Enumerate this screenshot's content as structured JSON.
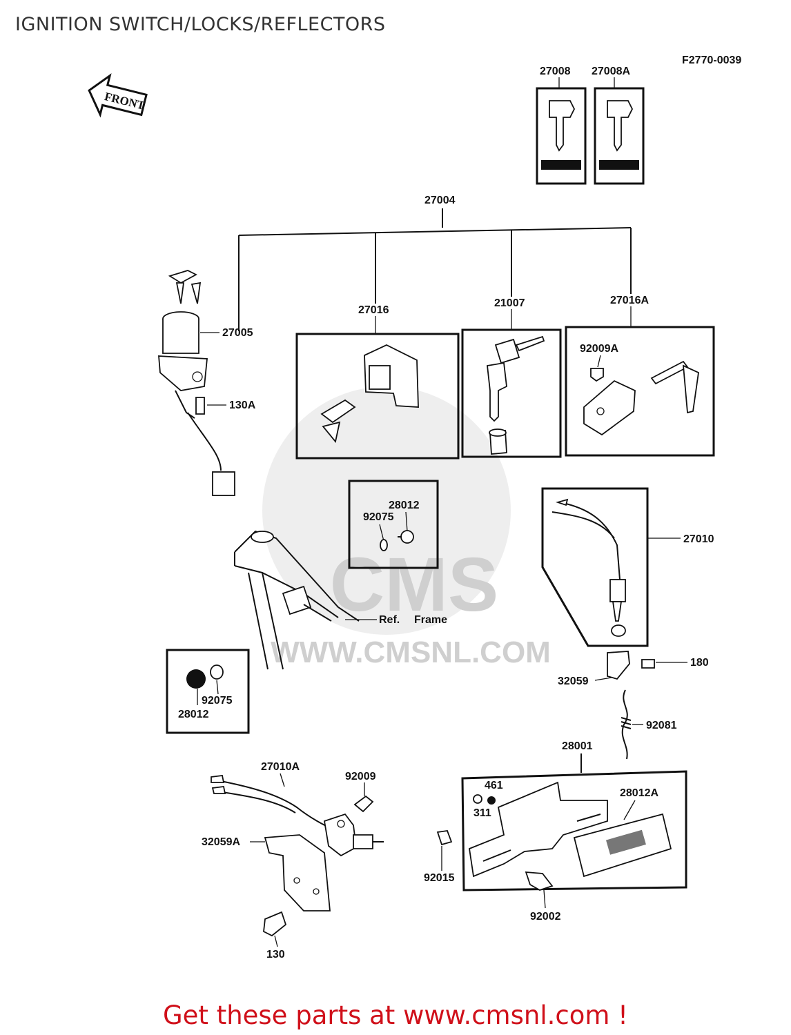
{
  "header": {
    "title": "IGNITION SWITCH/LOCKS/REFLECTORS"
  },
  "diagram": {
    "figure_code": "F2770-0039",
    "front_arrow": "FRONT",
    "watermark": {
      "brand": "CMS",
      "url": "WWW.CMSNL.COM"
    },
    "frame_ref": {
      "ref": "Ref.",
      "frame": "Frame"
    },
    "parts": {
      "p27008": "27008",
      "p27008A": "27008A",
      "p27004": "27004",
      "p27016": "27016",
      "p21007": "21007",
      "p27016A": "27016A",
      "p92009A": "92009A",
      "p27005": "27005",
      "p130A": "130A",
      "p28012_top": "28012",
      "p92075_top": "92075",
      "p27010": "27010",
      "p180": "180",
      "p32059": "32059",
      "p92081": "92081",
      "p92075_left": "92075",
      "p28012_left": "28012",
      "p28001": "28001",
      "p27010A": "27010A",
      "p92009": "92009",
      "p32059A": "32059A",
      "p130": "130",
      "p461": "461",
      "p311": "311",
      "p28012A": "28012A",
      "p92015": "92015",
      "p92002": "92002"
    }
  },
  "footer": {
    "promo": "Get these parts at www.cmsnl.com !"
  }
}
